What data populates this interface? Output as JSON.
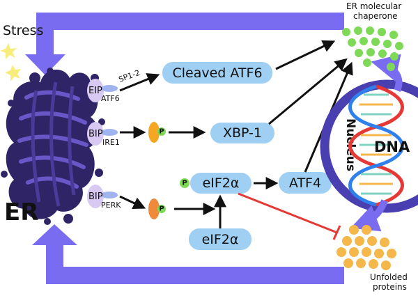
{
  "labels": {
    "stress": "Stress",
    "er": "ER",
    "er_chaperone": [
      "ER molecular",
      "chaperone"
    ],
    "unfolded_proteins": [
      "Unfolded",
      "proteins"
    ],
    "nucleus": "Nucleus",
    "dna": "DNA",
    "sp1_2": "SP1-2",
    "phospho": "P"
  },
  "receptors": [
    {
      "bip": "EIP",
      "sensor": "ATF6"
    },
    {
      "bip": "BIP",
      "sensor": "IRE1"
    },
    {
      "bip": "BIP",
      "sensor": "PERK"
    }
  ],
  "pills": {
    "cleaved_atf6": "Cleaved ATF6",
    "xbp1": "XBP-1",
    "eif2a_p": "eIF2α",
    "atf4": "ATF4",
    "eif2a": "eIF2α"
  },
  "colors": {
    "border_arrow": "#7a6cf0",
    "er_dark": "#2e2466",
    "er_mid": "#4a3a9a",
    "pill": "#9fd0f3",
    "bip": "#d8c9f2",
    "sensor": "#9fb4ee",
    "chaperone": "#7ed957",
    "unfolded": "#f5b64a",
    "nucleus_ring": "#4a3fb0",
    "inhibit": "#e53935",
    "phospho_ball": "#7ed957"
  }
}
